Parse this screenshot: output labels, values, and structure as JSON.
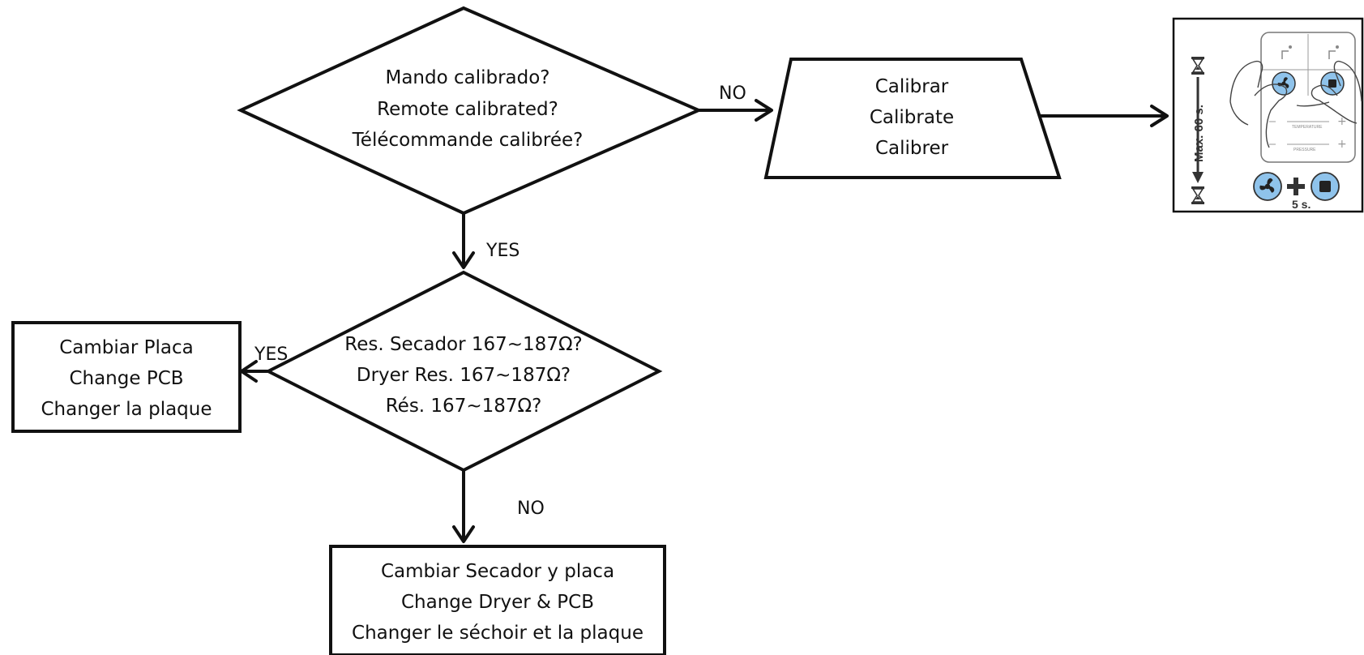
{
  "nodes": {
    "decision_calibrated": {
      "lines": [
        "Mando calibrado?",
        "Remote calibrated?",
        "Télécommande calibrée?"
      ]
    },
    "process_calibrate": {
      "lines": [
        "Calibrar",
        "Calibrate",
        "Calibrer"
      ]
    },
    "decision_resistance": {
      "lines": [
        "Res. Secador 167~187Ω?",
        "Dryer Res. 167~187Ω?",
        "Rés. 167~187Ω?"
      ]
    },
    "process_change_pcb": {
      "lines": [
        "Cambiar Placa",
        "Change PCB",
        "Changer la plaque"
      ]
    },
    "process_change_dryer_pcb": {
      "lines": [
        "Cambiar Secador y placa",
        "Change Dryer & PCB",
        "Changer le séchoir et la plaque"
      ]
    }
  },
  "edges": {
    "calibrated_no": "NO",
    "calibrated_yes": "YES",
    "resistance_yes": "YES",
    "resistance_no": "NO"
  },
  "illustration": {
    "timer_text": "Max. 60 s.",
    "combo_text": "5 s.",
    "panel_label_temperature": "TEMPERATURE",
    "panel_label_pressure": "PRESSURE",
    "button_color": "#8fc3eb",
    "icons": [
      "hourglass-icon",
      "fan-icon",
      "stop-icon",
      "plus-icon",
      "hand-icon"
    ]
  }
}
